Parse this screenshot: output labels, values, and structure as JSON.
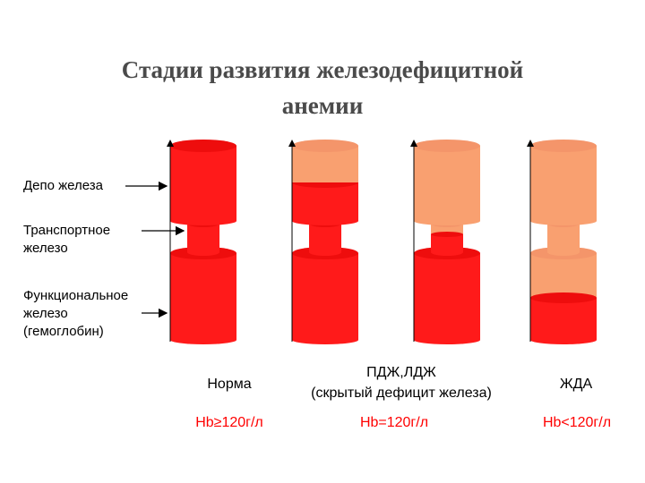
{
  "title": {
    "line1": "Стадии развития железодефицитной",
    "line2": "анемии"
  },
  "labels": {
    "depot": "Депо железа",
    "transport_line1": "Транспортное",
    "transport_line2": "железо",
    "functional_line1": "Функциональное",
    "functional_line2": "железо",
    "functional_line3": "(гемоглобин)"
  },
  "stages": [
    {
      "name": "Норма",
      "subtitle": "",
      "hb": "Hb≥120г/л"
    },
    {
      "name": "ПДЖ,ЛДЖ",
      "subtitle": "(скрытый дефицит железа)",
      "hb": "Hb=120г/л"
    },
    {
      "name": "",
      "subtitle": "",
      "hb": ""
    },
    {
      "name": "ЖДА",
      "subtitle": "",
      "hb": "Hb<120г/л"
    }
  ],
  "colors": {
    "iron_red": "#ff1a1a",
    "depleted_salmon": "#f9a070",
    "title_gray": "#4a4a4a",
    "hb_red": "#ff0000"
  }
}
